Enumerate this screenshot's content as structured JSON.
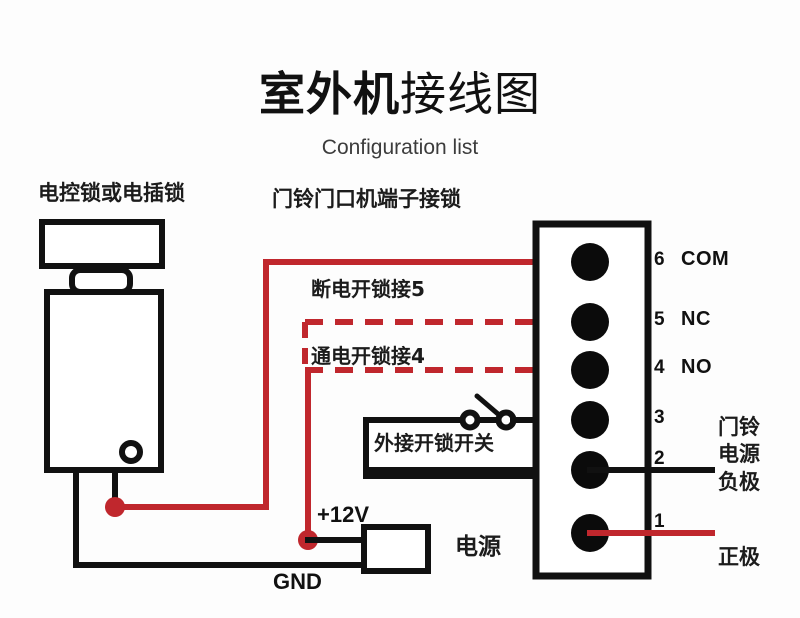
{
  "title": {
    "main_bold": "室外机",
    "main_light": "接线图",
    "subtitle": "Configuration list"
  },
  "labels": {
    "lock_block": "电控锁或电插锁",
    "terminal_block_header": "门铃门口机端子接锁",
    "nc_note": "断电开锁接5",
    "no_note": "通电开锁接4",
    "external_switch": "外接开锁开关",
    "power_supply": "电源",
    "voltage_positive": "+12V",
    "ground": "GND",
    "doorbell_power_negative": "门铃\n电源\n负极",
    "doorbell_power_positive": "正极"
  },
  "terminals": [
    {
      "number": "6",
      "name": "COM"
    },
    {
      "number": "5",
      "name": "NC"
    },
    {
      "number": "4",
      "name": "NO"
    },
    {
      "number": "3",
      "name": ""
    },
    {
      "number": "2",
      "name": ""
    },
    {
      "number": "1",
      "name": ""
    }
  ],
  "colors": {
    "wire_positive": "#c0272d",
    "wire_negative": "#111111",
    "outline": "#111111",
    "background": "#fdfdfd",
    "text": "#1a1a1a"
  }
}
